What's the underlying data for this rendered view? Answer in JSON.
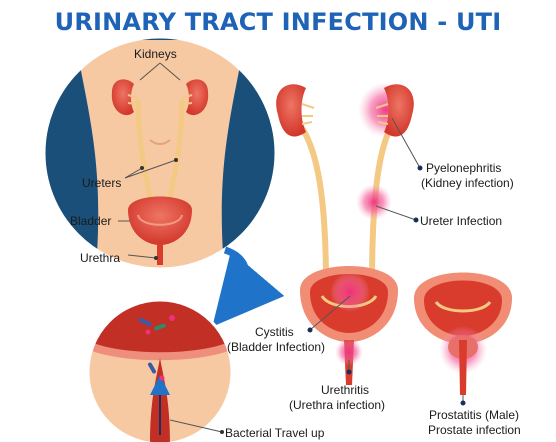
{
  "title": "URINARY TRACT INFECTION - UTI",
  "anatomy_labels": {
    "kidneys": "Kidneys",
    "ureters": "Ureters",
    "bladder": "Bladder",
    "urethra": "Urethra",
    "bacteria": "Bacterial Travel up"
  },
  "infections": {
    "pyelonephritis": [
      "Pyelonephritis",
      "(Kidney infection)"
    ],
    "ureter": "Ureter Infection",
    "cystitis": [
      "Cystitis",
      "(Bladder Infection)"
    ],
    "urethritis": [
      "Urethritis",
      "(Urethra infection)"
    ],
    "prostatitis": [
      "Prostatitis (Male)",
      "Prostate infection"
    ]
  },
  "colors": {
    "title": "#1f63b7",
    "circle_bg": "#1a4f79",
    "skin": "#f6c9a3",
    "organ": "#d93b2d",
    "organ_light": "#e9705f",
    "tube": "#f4c983",
    "infection_glow": "#f0307c",
    "arrow": "#1f73c9"
  }
}
